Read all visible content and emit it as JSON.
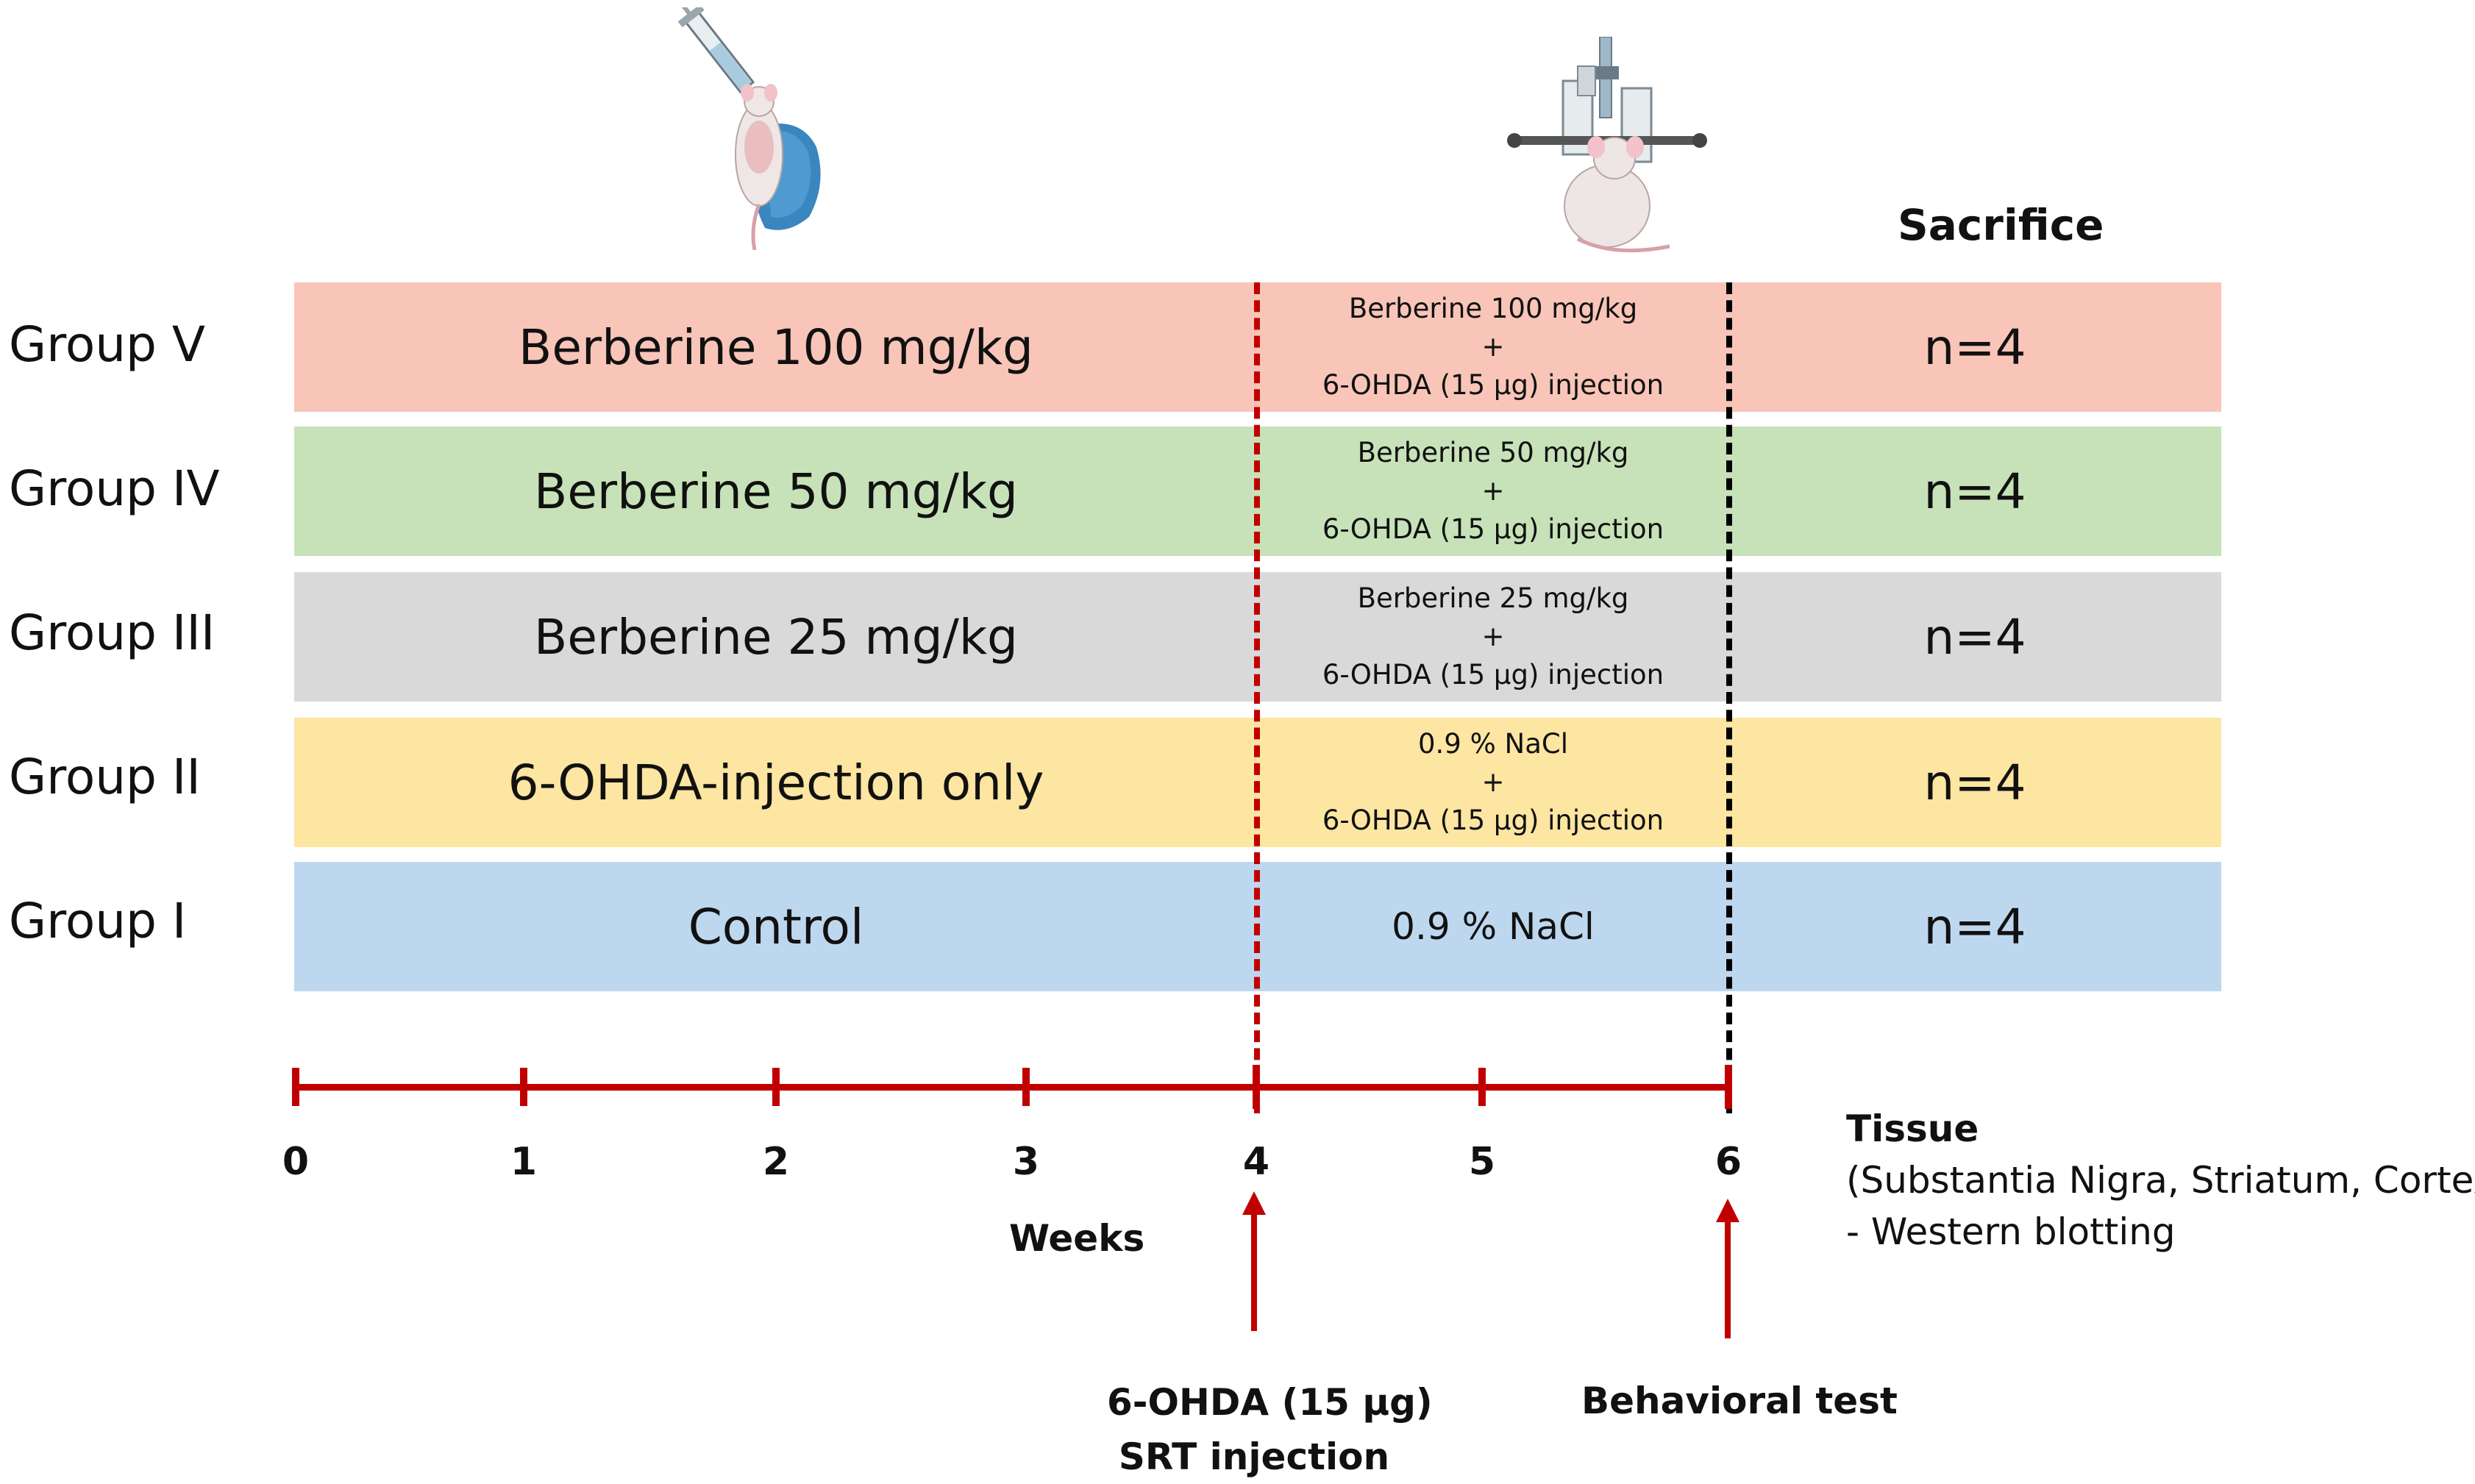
{
  "sacrifice_heading": "Sacrifice",
  "groups": [
    {
      "label": "Group V",
      "treatment": "Berberine 100 mg/kg",
      "phase2": [
        "Berberine 100 mg/kg",
        "+",
        "6-OHDA (15 μg) injection"
      ],
      "n": "n=4",
      "color": "#f8c5b8"
    },
    {
      "label": "Group IV",
      "treatment": "Berberine 50 mg/kg",
      "phase2": [
        "Berberine 50 mg/kg",
        "+",
        "6-OHDA (15 μg) injection"
      ],
      "n": "n=4",
      "color": "#c7e2b8"
    },
    {
      "label": "Group III",
      "treatment": "Berberine 25 mg/kg",
      "phase2": [
        "Berberine 25 mg/kg",
        "+",
        "6-OHDA (15 μg) injection"
      ],
      "n": "n=4",
      "color": "#d9d9d9"
    },
    {
      "label": "Group II",
      "treatment": "6-OHDA-injection only",
      "phase2": [
        "0.9 % NaCl",
        "+",
        "6-OHDA (15 μg) injection"
      ],
      "n": "n=4",
      "color": "#fde5a2"
    },
    {
      "label": "Group I",
      "treatment": "Control",
      "phase2": [
        "0.9 % NaCl"
      ],
      "n": "n=4",
      "color": "#bdd7ee"
    }
  ],
  "timeline": {
    "ticks": [
      "0",
      "1",
      "2",
      "3",
      "4",
      "5",
      "6"
    ],
    "axis_label": "Weeks",
    "line_color": "#c00000"
  },
  "arrow_week4": {
    "line1": "6-OHDA (15 μg)",
    "line2": "SRT injection"
  },
  "arrow_week6": {
    "line1": "Behavioral test"
  },
  "tissue": {
    "title": "Tissue",
    "line1": "(Substantia Nigra, Striatum, Cortex)",
    "line2": "- Western blotting"
  },
  "illustrations": [
    "syringe-injection-mouse-icon",
    "stereotaxic-frame-mouse-icon"
  ],
  "colors": {
    "dashed_week4": "#c00000",
    "dashed_week6": "#000000"
  }
}
